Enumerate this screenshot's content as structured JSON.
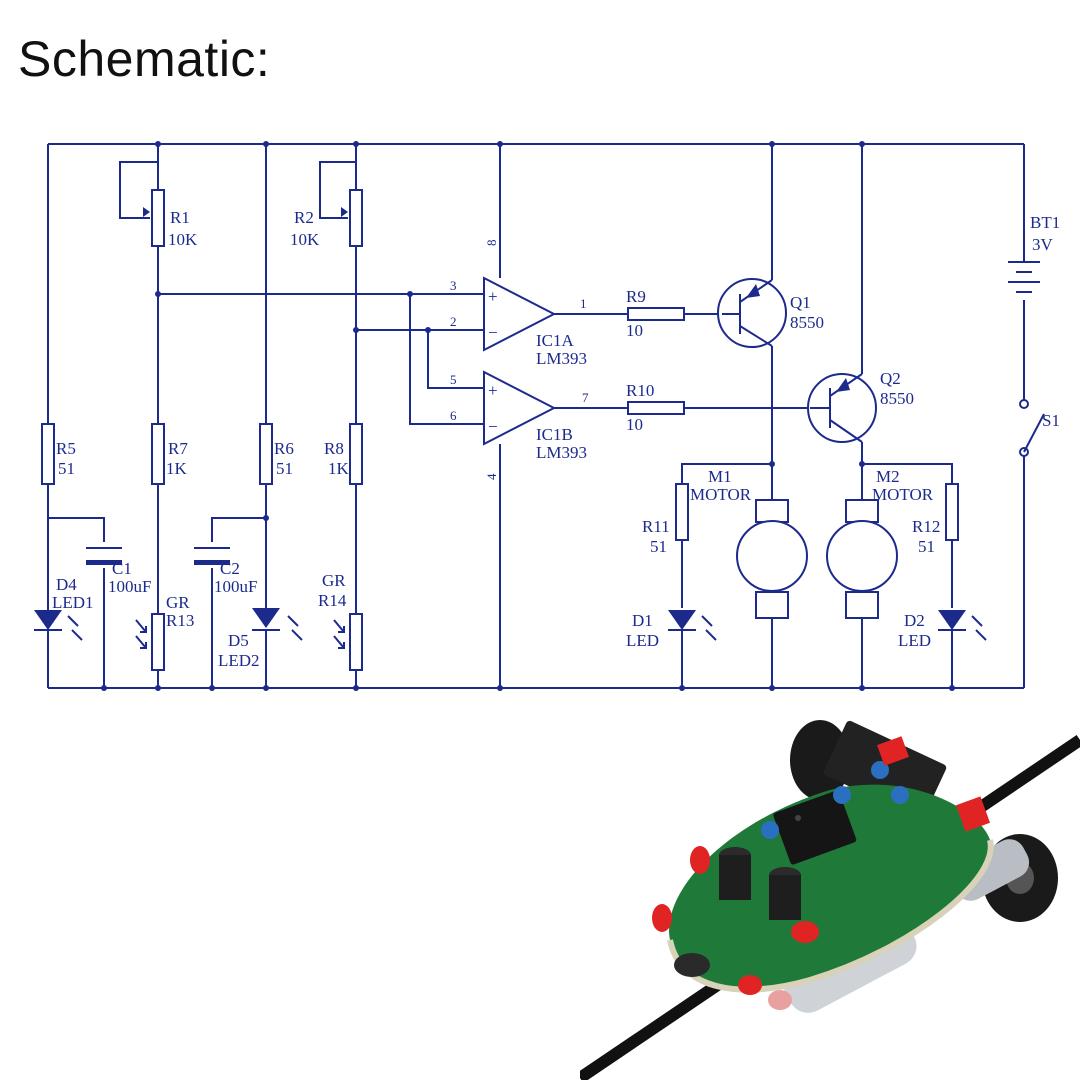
{
  "page": {
    "title": "Schematic:"
  },
  "colors": {
    "wire": "#1c2a8c",
    "background": "#ffffff",
    "pcb": "#1f7a3a",
    "led": "#e02424",
    "motor_can": "#cfd3d8"
  },
  "components": {
    "r1": {
      "name": "R1",
      "value": "10K"
    },
    "r2": {
      "name": "R2",
      "value": "10K"
    },
    "r5": {
      "name": "R5",
      "value": "51"
    },
    "r6": {
      "name": "R6",
      "value": "51"
    },
    "r7": {
      "name": "R7",
      "value": "1K"
    },
    "r8": {
      "name": "R8",
      "value": "1K"
    },
    "r9": {
      "name": "R9",
      "value": "10"
    },
    "r10": {
      "name": "R10",
      "value": "10"
    },
    "r11": {
      "name": "R11",
      "value": "51"
    },
    "r12": {
      "name": "R12",
      "value": "51"
    },
    "r13": {
      "type": "GR",
      "name": "R13"
    },
    "r14": {
      "type": "GR",
      "name": "R14"
    },
    "c1": {
      "name": "C1",
      "value": "100uF"
    },
    "c2": {
      "name": "C2",
      "value": "100uF"
    },
    "d4": {
      "name": "D4",
      "value": "LED1"
    },
    "d5": {
      "name": "D5",
      "value": "LED2"
    },
    "d1": {
      "name": "D1",
      "value": "LED"
    },
    "d2": {
      "name": "D2",
      "value": "LED"
    },
    "ic1a": {
      "name": "IC1A",
      "value": "LM393",
      "pins": {
        "in_plus": "3",
        "in_minus": "2",
        "out": "1",
        "vcc": "8"
      }
    },
    "ic1b": {
      "name": "IC1B",
      "value": "LM393",
      "pins": {
        "in_plus": "5",
        "in_minus": "6",
        "out": "7",
        "gnd": "4"
      }
    },
    "q1": {
      "name": "Q1",
      "value": "8550"
    },
    "q2": {
      "name": "Q2",
      "value": "8550"
    },
    "m1": {
      "name": "M1",
      "value": "MOTOR"
    },
    "m2": {
      "name": "M2",
      "value": "MOTOR"
    },
    "bt1": {
      "name": "BT1",
      "value": "3V"
    },
    "s1": {
      "name": "S1"
    }
  },
  "opamp_symbols": {
    "plus": "+",
    "minus": "−"
  }
}
